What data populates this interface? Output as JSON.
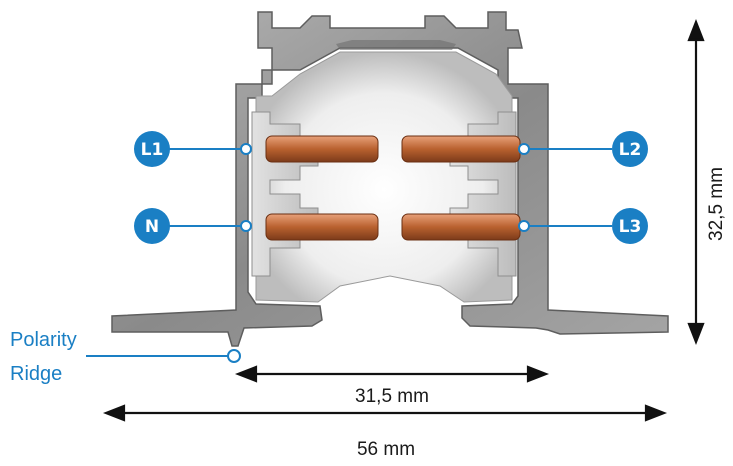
{
  "labels": {
    "l1": "L1",
    "l2": "L2",
    "l3": "L3",
    "n": "N",
    "polarity_line1": "Polarity",
    "polarity_line2": "Ridge"
  },
  "dimensions": {
    "height": "32,5 mm",
    "inner_width": "31,5 mm",
    "total_width": "56 mm"
  },
  "colors": {
    "badge": "#1a7fc4",
    "copper": "#c0703f",
    "aluminium": "#8c8c8c"
  }
}
